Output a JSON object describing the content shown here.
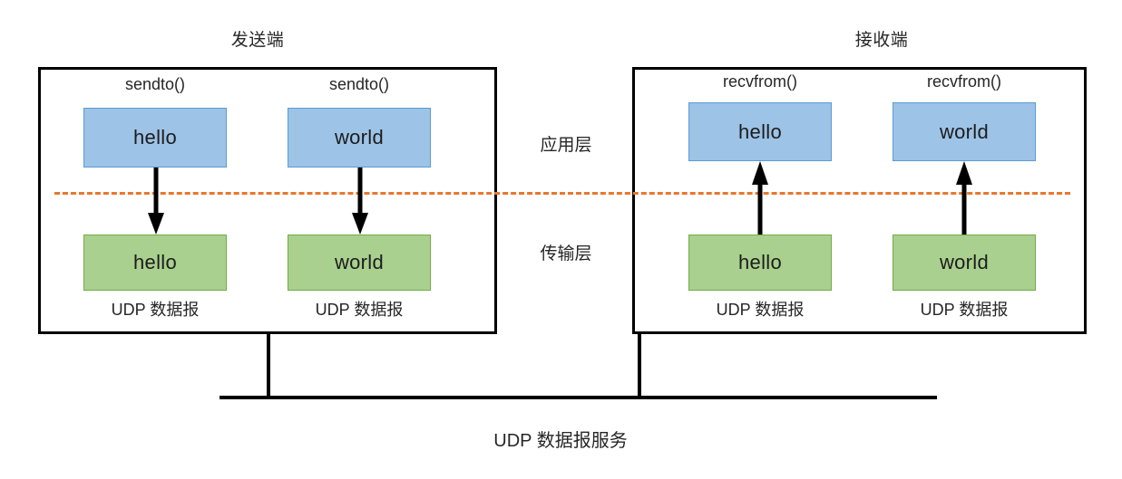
{
  "diagram": {
    "title_sender": "发送端",
    "title_receiver": "接收端",
    "layers": {
      "application": "应用层",
      "transport": "传输层"
    },
    "service_caption": "UDP 数据报服务",
    "datagram_caption": "UDP 数据报",
    "calls": {
      "send": "sendto()",
      "recv": "recvfrom()"
    },
    "payloads": {
      "first": "hello",
      "second": "world"
    },
    "colors": {
      "application_box_fill": "#9DC3E6",
      "application_box_border": "#5B9BD5",
      "transport_box_fill": "#A9D08E",
      "transport_box_border": "#70AD47",
      "divider": "#E8772E",
      "frame": "#000000"
    },
    "sender": {
      "app_boxes": [
        {
          "call": "sendto()",
          "payload": "hello"
        },
        {
          "call": "sendto()",
          "payload": "world"
        }
      ],
      "transport_boxes": [
        {
          "payload": "hello",
          "caption": "UDP 数据报"
        },
        {
          "payload": "world",
          "caption": "UDP 数据报"
        }
      ],
      "arrow_direction": "down"
    },
    "receiver": {
      "app_boxes": [
        {
          "call": "recvfrom()",
          "payload": "hello"
        },
        {
          "call": "recvfrom()",
          "payload": "world"
        }
      ],
      "transport_boxes": [
        {
          "payload": "hello",
          "caption": "UDP 数据报"
        },
        {
          "payload": "world",
          "caption": "UDP 数据报"
        }
      ],
      "arrow_direction": "up"
    }
  }
}
